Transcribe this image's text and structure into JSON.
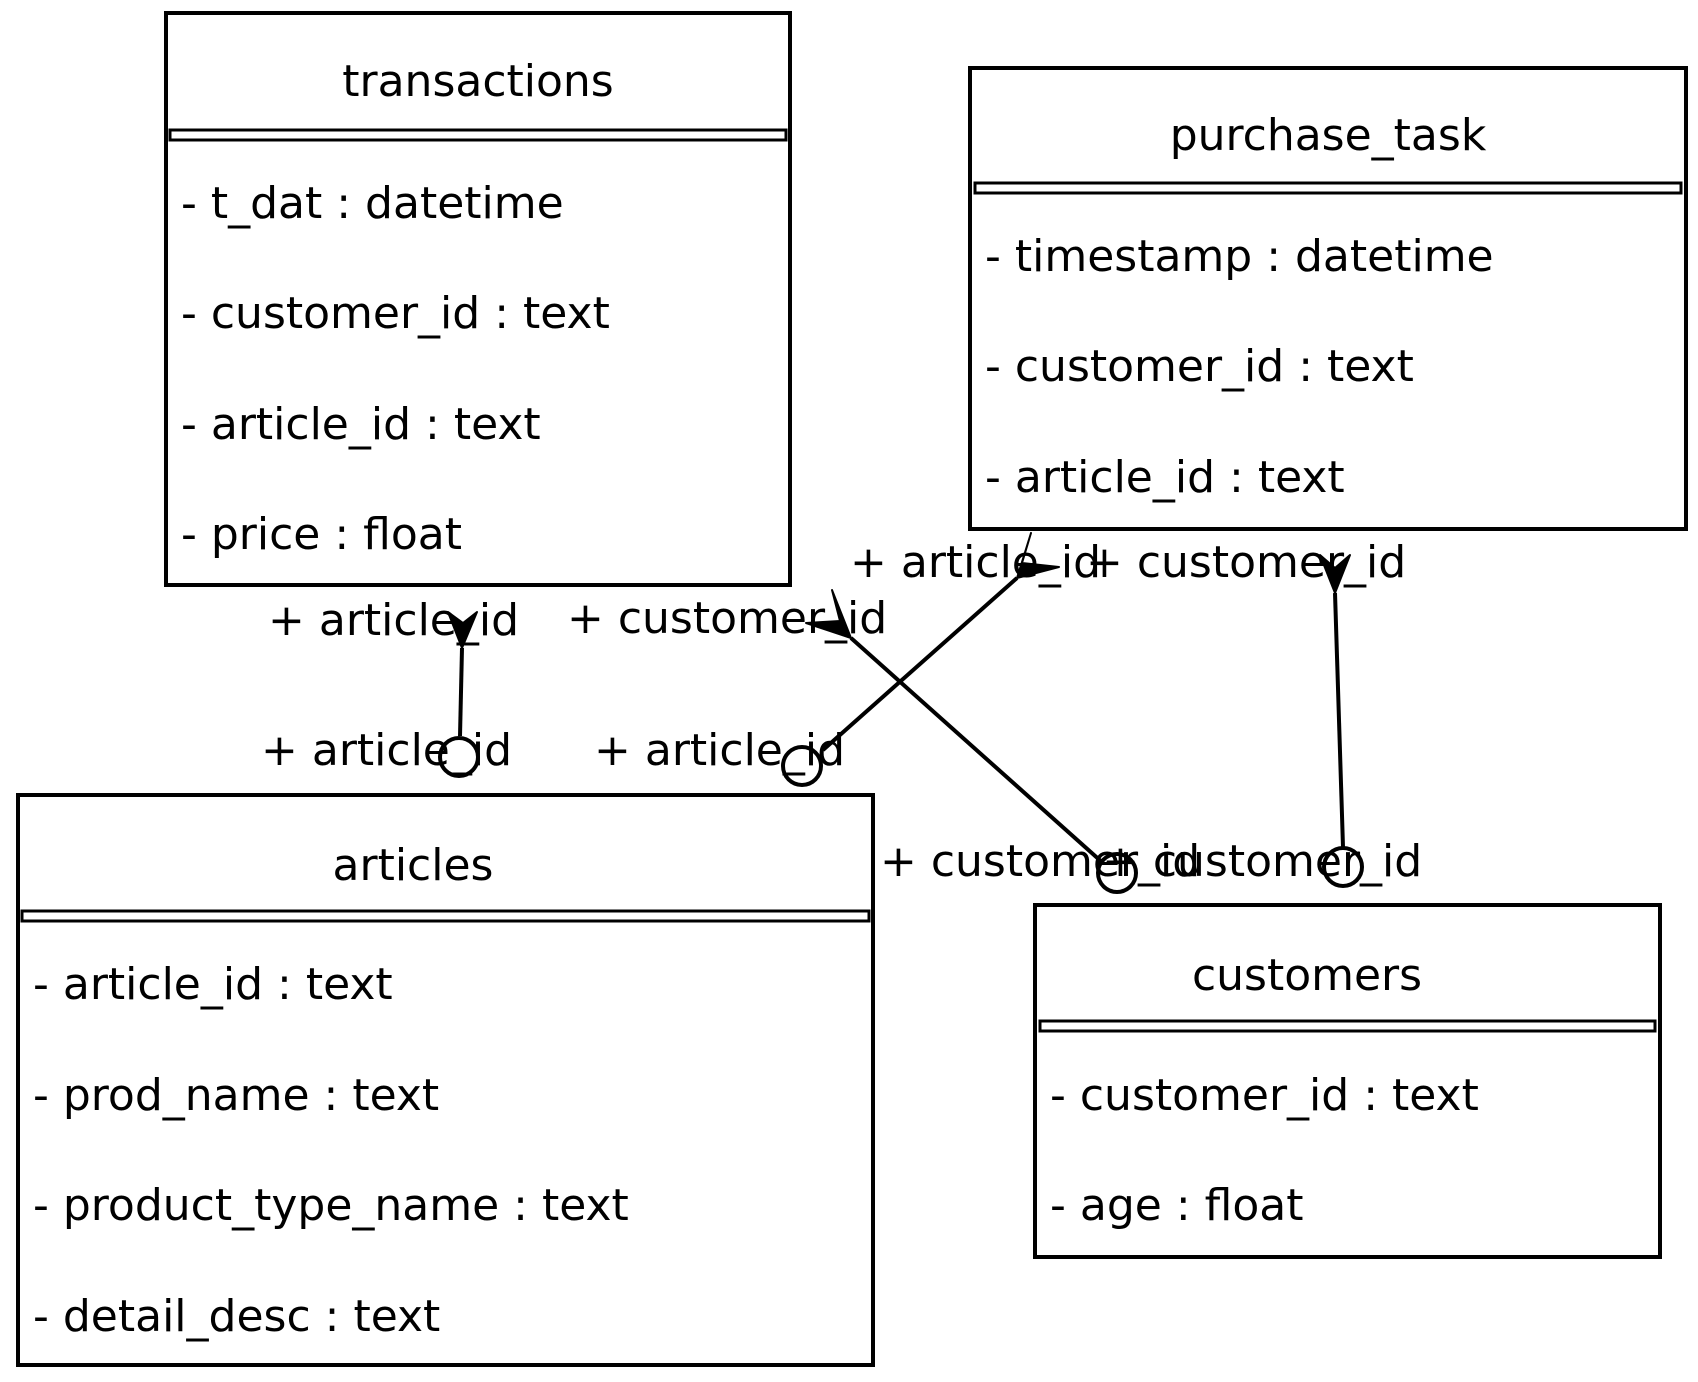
{
  "entities": {
    "transactions": {
      "title": "transactions",
      "attributes": [
        "- t_dat : datetime",
        "- customer_id : text",
        "- article_id : text",
        "- price : float"
      ]
    },
    "purchase_task": {
      "title": "purchase_task",
      "attributes": [
        "- timestamp : datetime",
        "- customer_id : text",
        "- article_id : text"
      ]
    },
    "articles": {
      "title": "articles",
      "attributes": [
        "- article_id : text",
        "- prod_name : text",
        "- product_type_name : text",
        "- detail_desc : text"
      ]
    },
    "customers": {
      "title": "customers",
      "attributes": [
        "- customer_id : text",
        "- age : float"
      ]
    }
  },
  "relationships": [
    {
      "from": "transactions",
      "to": "articles",
      "from_label": "+ article_id",
      "to_label": "+ article_id"
    },
    {
      "from": "transactions",
      "to": "customers",
      "from_label": "+ customer_id",
      "to_label": "+ customer_id"
    },
    {
      "from": "purchase_task",
      "to": "articles",
      "from_label": "+ article_id",
      "to_label": "+ article_id"
    },
    {
      "from": "purchase_task",
      "to": "customers",
      "from_label": "+ customer_id",
      "to_label": "+ customer_id"
    }
  ],
  "colors": {
    "stroke": "#000000",
    "background": "#ffffff"
  }
}
